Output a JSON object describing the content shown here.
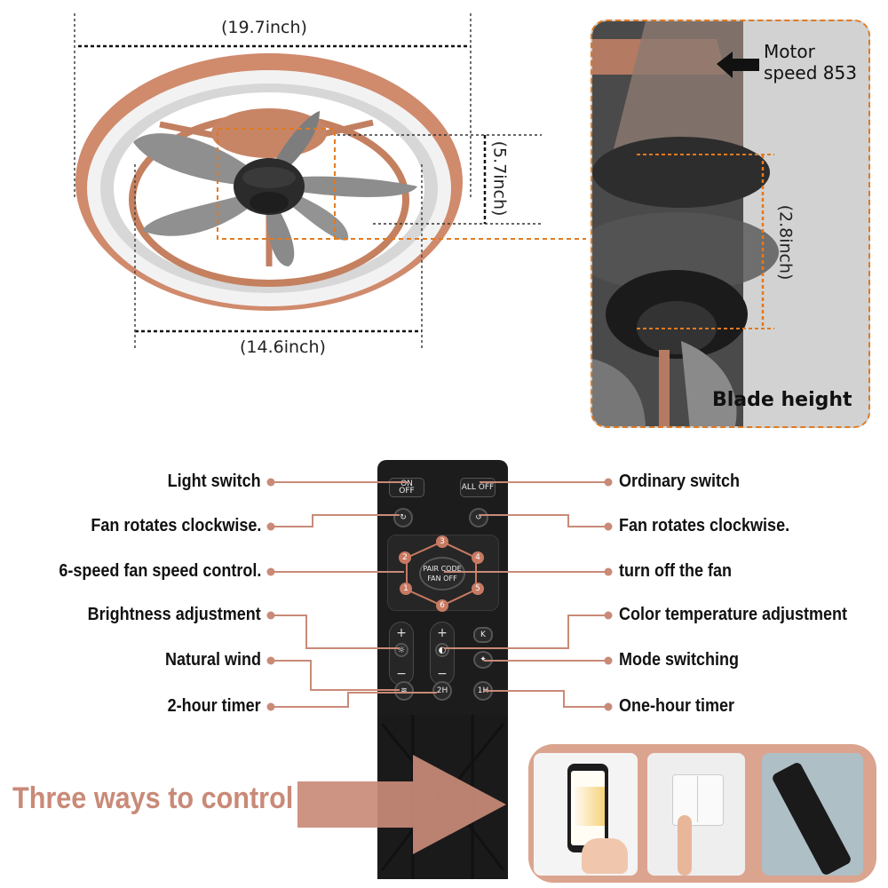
{
  "dimensions": {
    "width": "(19.7inch)",
    "height": "(5.7inch)",
    "inner_width": "(14.6inch)",
    "blade_gap": "(2.8inch)"
  },
  "detail": {
    "motor_line1": "Motor",
    "motor_line2": "speed 853",
    "blade_height": "Blade height"
  },
  "remote": {
    "on_off_line1": "ON",
    "on_off_line2": "OFF",
    "all_off": "ALL OFF",
    "pair_code": "PAIR CODE",
    "fan_off": "FAN OFF",
    "two_hour": "2H",
    "one_hour": "1H",
    "speeds": [
      "1",
      "2",
      "3",
      "4",
      "5",
      "6"
    ]
  },
  "callouts_left": [
    "Light switch",
    "Fan rotates clockwise.",
    "6-speed fan speed control.",
    "Brightness adjustment",
    "Natural wind",
    "2-hour timer"
  ],
  "callouts_right": [
    "Ordinary switch",
    "Fan rotates clockwise.",
    "turn off the fan",
    "Color temperature adjustment",
    "Mode switching",
    "One-hour timer"
  ],
  "banner": {
    "text": "Three ways to control"
  },
  "colors": {
    "accent": "#c98a78",
    "accent_dark": "#e07a20",
    "rose_gold": "#c88a70",
    "panel_bg": "#dba48f"
  }
}
